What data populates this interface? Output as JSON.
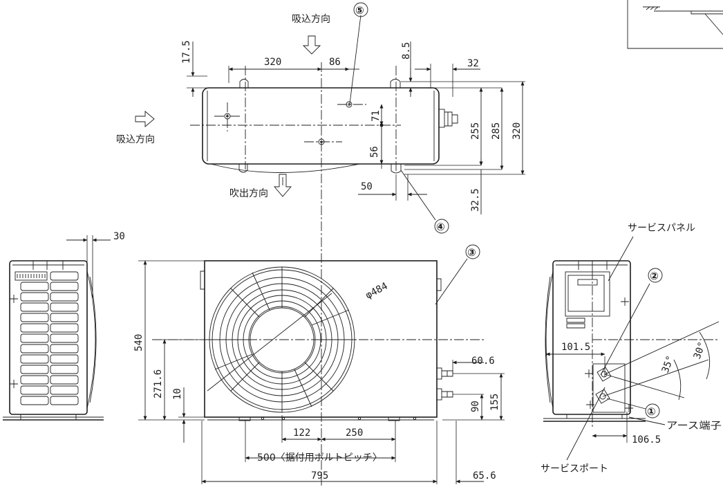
{
  "labels": {
    "suction_top": "吸込方向",
    "suction_left": "吸込方向",
    "discharge": "吹出方向",
    "service_panel": "サービスパネル",
    "service_port": "サービスポート",
    "earth_terminal": "アース端子",
    "bolt_pitch": "500〈据付用ボルトピッチ〉"
  },
  "markers": [
    "⑤",
    "④",
    "③",
    "②",
    "①"
  ],
  "dims_top": {
    "d320": "320",
    "d86": "86",
    "d17_5": "17.5",
    "d8_5": "8.5",
    "d32": "32",
    "d71": "71",
    "d255": "255",
    "d285": "285",
    "d320v": "320",
    "d56": "56",
    "d50": "50",
    "d32_5": "32.5"
  },
  "dims_front": {
    "d30": "30",
    "phi": "φ484",
    "d540": "540",
    "d271_6": "271.6",
    "d10": "10",
    "d122": "122",
    "d250": "250",
    "d795": "795",
    "d60_6": "60.6",
    "d155": "155",
    "d90": "90",
    "d65_6": "65.6"
  },
  "dims_side": {
    "d101_5": "101.5",
    "d106_5": "106.5",
    "a35": "35°",
    "a30": "30°"
  }
}
